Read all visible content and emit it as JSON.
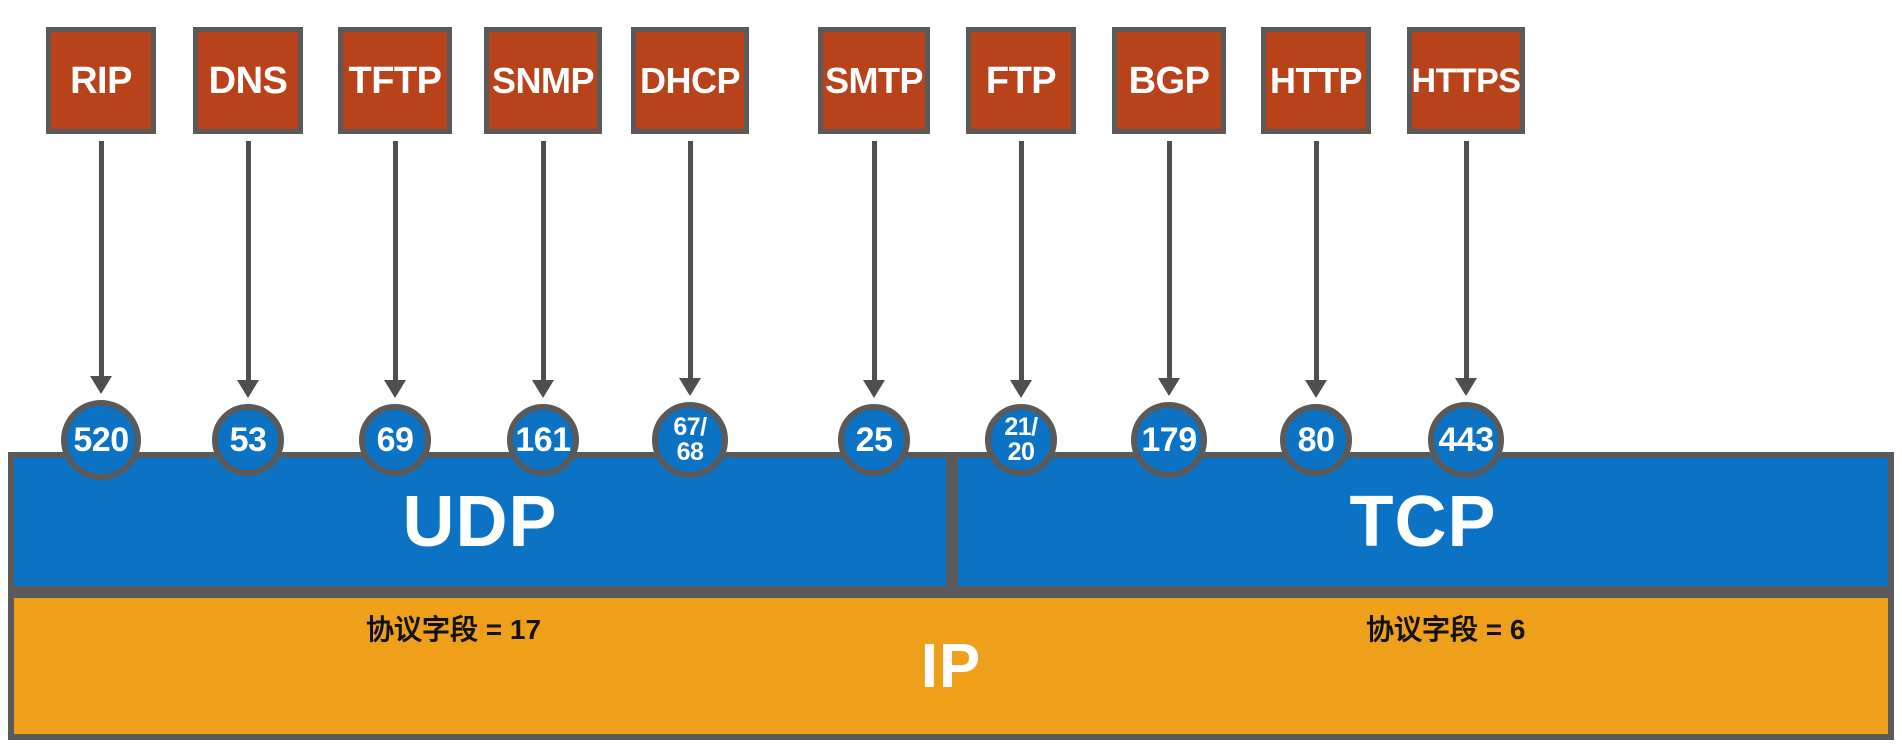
{
  "diagram": {
    "title": "TCP/IP transport layer protocol and port mapping",
    "colors": {
      "protocol_box": "#b8431b",
      "transport_band": "#0c72c4",
      "network_band": "#efa01b",
      "outline": "#5a5a5a",
      "arrow": "#4f4f4f",
      "text_light": "#ffffff",
      "text_dark": "#111111"
    }
  },
  "protocols": [
    {
      "name": "RIP",
      "port": "520",
      "port_lines": [
        "520"
      ],
      "transport": "UDP"
    },
    {
      "name": "DNS",
      "port": "53",
      "port_lines": [
        "53"
      ],
      "transport": "UDP"
    },
    {
      "name": "TFTP",
      "port": "69",
      "port_lines": [
        "69"
      ],
      "transport": "UDP"
    },
    {
      "name": "SNMP",
      "port": "161",
      "port_lines": [
        "161"
      ],
      "transport": "UDP"
    },
    {
      "name": "DHCP",
      "port": "67/68",
      "port_lines": [
        "67/",
        "68"
      ],
      "transport": "UDP"
    },
    {
      "name": "SMTP",
      "port": "25",
      "port_lines": [
        "25"
      ],
      "transport": "TCP"
    },
    {
      "name": "FTP",
      "port": "21/20",
      "port_lines": [
        "21/",
        "20"
      ],
      "transport": "TCP"
    },
    {
      "name": "BGP",
      "port": "179",
      "port_lines": [
        "179"
      ],
      "transport": "TCP"
    },
    {
      "name": "HTTP",
      "port": "80",
      "port_lines": [
        "80"
      ],
      "transport": "TCP"
    },
    {
      "name": "HTTPS",
      "port": "443",
      "port_lines": [
        "443"
      ],
      "transport": "TCP"
    }
  ],
  "transport_layer": {
    "udp": {
      "label": "UDP"
    },
    "tcp": {
      "label": "TCP"
    }
  },
  "network_layer": {
    "label": "IP",
    "protocol_field_udp": "协议字段 = 17",
    "protocol_field_tcp": "协议字段 = 6"
  }
}
